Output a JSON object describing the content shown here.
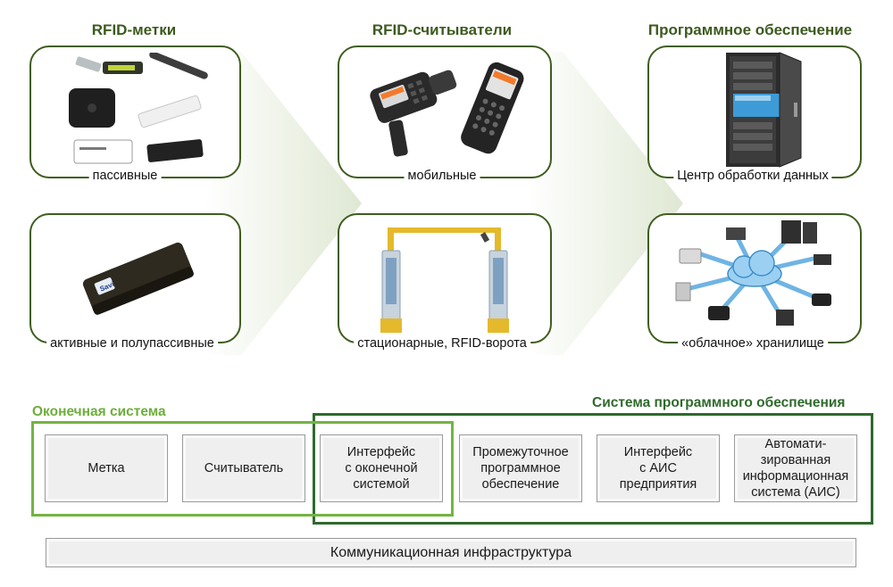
{
  "columns": [
    {
      "title": "RFID-метки"
    },
    {
      "title": "RFID-считыватели"
    },
    {
      "title": "Программное обеспечение"
    }
  ],
  "panels": {
    "passive": "пассивные",
    "active": "активные и полупассивные",
    "mobile": "мобильные",
    "stationary": "стационарные, RFID-ворота",
    "datacenter": "Центр обработки данных",
    "cloud": "«облачное» хранилище"
  },
  "tag_label": "Savi",
  "sections": {
    "terminal": "Оконечная система",
    "software": "Система программного обеспечения"
  },
  "boxes": [
    "Метка",
    "Считыватель",
    "Интерфейс\nс оконечной\nсистемой",
    "Промежуточное\nпрограммное\nобеспечение",
    "Интерфейс\nс АИС\nпредприятия",
    "Автомати-\nзированная\nинформационная\nсистема (АИС)"
  ],
  "infrastructure": "Коммуникационная инфраструктура",
  "colors": {
    "panel_border": "#3f5e1f",
    "terminal_frame": "#73b443",
    "software_frame": "#2f6a2c",
    "arrow_fill": "#e7eede"
  }
}
